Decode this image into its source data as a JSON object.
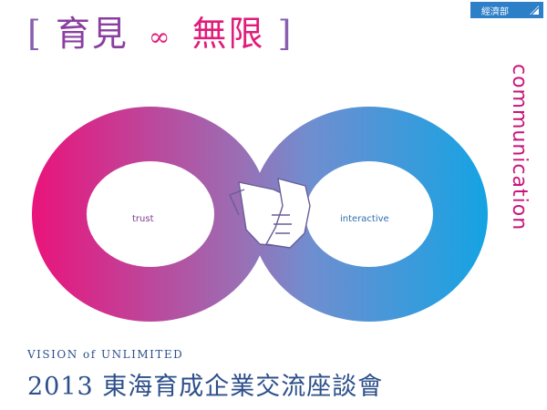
{
  "badge": {
    "label": "經濟部"
  },
  "title": {
    "open_bracket": "[",
    "part1": "育見",
    "symbol": "∞",
    "part2": "無限",
    "close_bracket": "]"
  },
  "vertical_word": "communication",
  "loop_words": {
    "left": "trust",
    "right": "interactive"
  },
  "subtitle": "VISION of UNLIMITED",
  "event_title": "2013 東海育成企業交流座談會",
  "colors": {
    "magenta": "#e01d7a",
    "blue": "#1aa0e0",
    "navy": "#2d4f8a"
  }
}
